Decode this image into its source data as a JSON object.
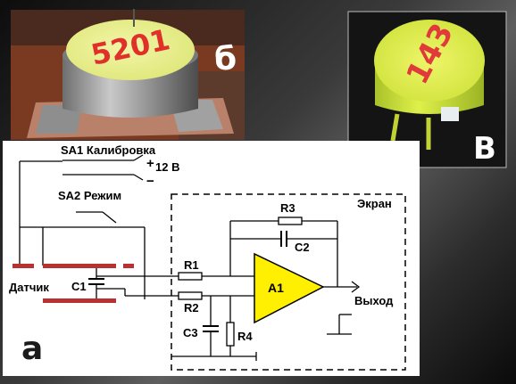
{
  "photo_b": {
    "letter": "б",
    "sensor_marking": "5201"
  },
  "photo_v": {
    "letter": "В",
    "sensor_marking": "143"
  },
  "schematic": {
    "panel_letter": "а",
    "sa1_label": "SA1  Калибровка",
    "plus_label": "+",
    "voltage_label": "12 В",
    "minus_label": "−",
    "sa2_label": "SA2  Режим",
    "screen_label": "Экран",
    "r3_label": "R3",
    "c2_label": "C2",
    "r1_label": "R1",
    "r2_label": "R2",
    "c1_label": "C1",
    "sensor_label": "Датчик",
    "a1_label": "A1",
    "output_label": "Выход",
    "c3_label": "C3",
    "r4_label": "R4"
  },
  "colors": {
    "sensor_plate": "#b83232",
    "opamp_fill": "#ffef00",
    "photo_b_disk": "#e9ec9c",
    "photo_v_body": "#d6ea3c"
  }
}
